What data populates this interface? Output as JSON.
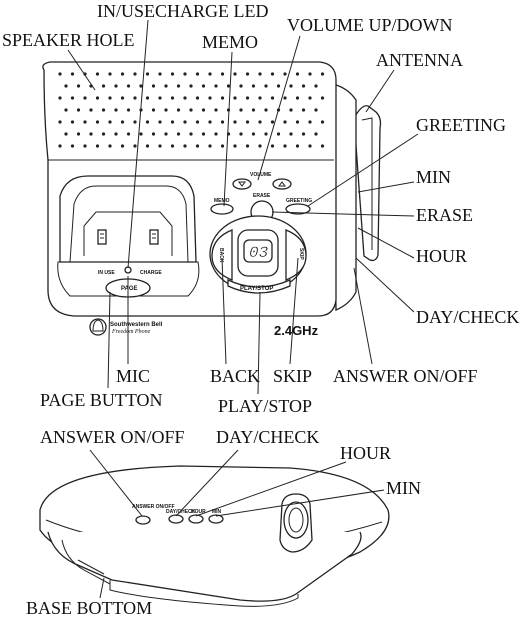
{
  "device_labels": {
    "volume": "VOLUME",
    "erase": "ERASE",
    "memo": "MEMO",
    "greeting": "GREETING",
    "display_digits": "03",
    "back": "BACK",
    "skip": "SKIP",
    "play_stop": "PLAY/STOP",
    "page": "PAGE",
    "in_use": "IN USE",
    "charge": "CHARGE",
    "brand_line1": "Southwestern Bell",
    "brand_line2": "Freedom Phone",
    "frequency": "2.4GHz",
    "answer_onoff": "ANSWER ON/OFF",
    "day_check": "DAY/CHECK",
    "hour": "HOUR",
    "min": "MIN"
  },
  "callouts_top": {
    "in_use_charge_led": "IN/USECHARGE LED",
    "speaker_hole": "SPEAKER HOLE",
    "memo": "MEMO",
    "volume_up_down": "VOLUME UP/DOWN",
    "antenna": "ANTENNA",
    "greeting": "GREETING",
    "min": "MIN",
    "erase": "ERASE",
    "hour": "HOUR",
    "day_check": "DAY/CHECK",
    "answer_onoff": "ANSWER ON/OFF",
    "mic": "MIC",
    "back": "BACK",
    "skip": "SKIP",
    "page_button": "PAGE BUTTON",
    "play_stop": "PLAY/STOP"
  },
  "callouts_bottom": {
    "answer_onoff": "ANSWER ON/OFF",
    "day_check": "DAY/CHECK",
    "hour": "HOUR",
    "min": "MIN",
    "base_bottom": "BASE BOTTOM"
  }
}
